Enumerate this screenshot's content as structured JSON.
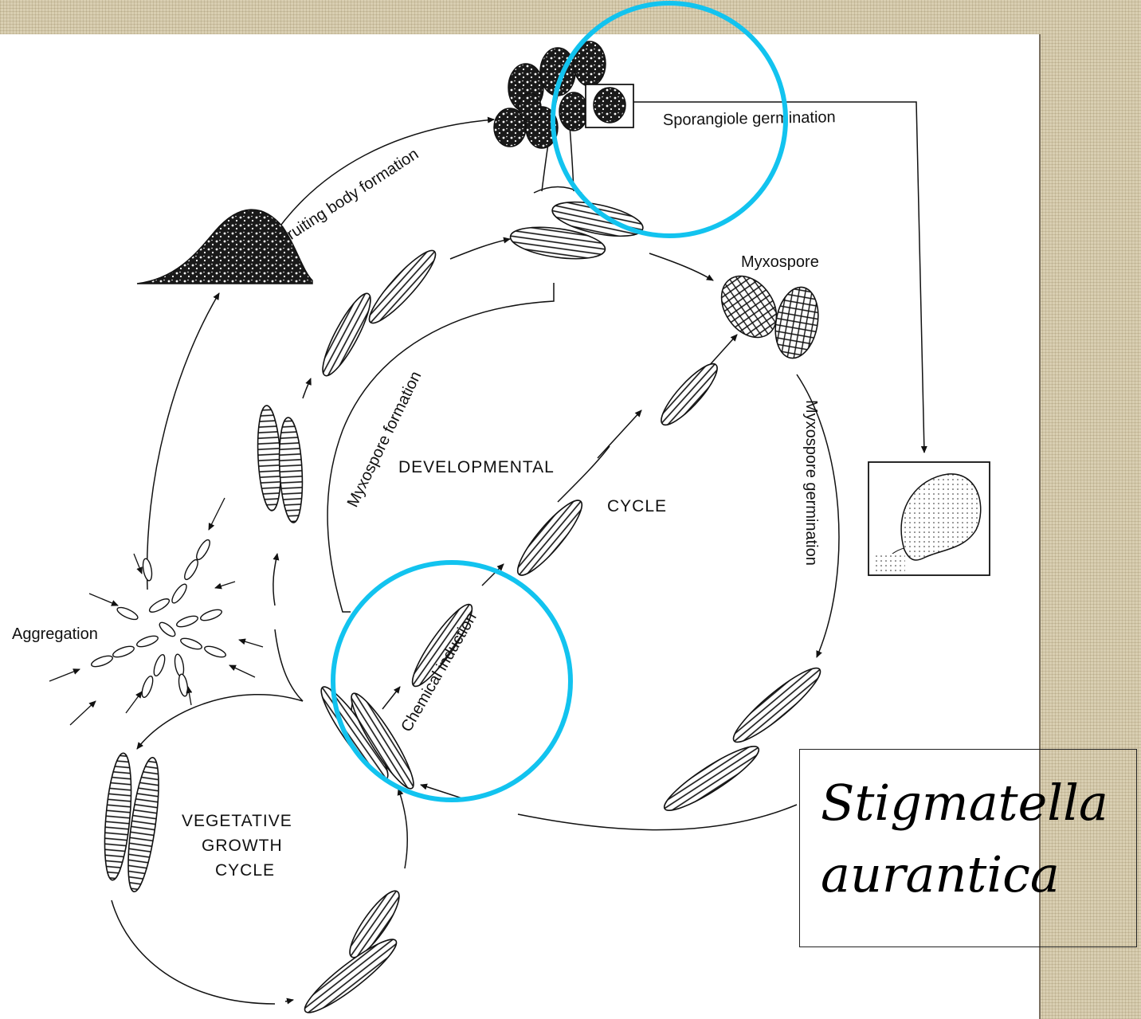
{
  "labels": {
    "sporangiole_germination": "Sporangiole germination",
    "fruiting_body_formation": "Fruiting body formation",
    "myxospore": "Myxospore",
    "myxospore_formation": "Myxospore formation",
    "developmental": "DEVELOPMENTAL",
    "cycle": "CYCLE",
    "myxospore_germination": "Myxospore germination",
    "aggregation": "Aggregation",
    "chemical_induction": "Chemical induction",
    "vegetative": "VEGETATIVE",
    "growth": "GROWTH",
    "vegetative_cycle": "CYCLE"
  },
  "species": {
    "line1": "Stigmatella",
    "line2": "aurantica"
  },
  "colors": {
    "highlight_circle": "#12c3ef",
    "ink": "#111111",
    "paper": "#ffffff",
    "background": "#d9cfb2"
  }
}
